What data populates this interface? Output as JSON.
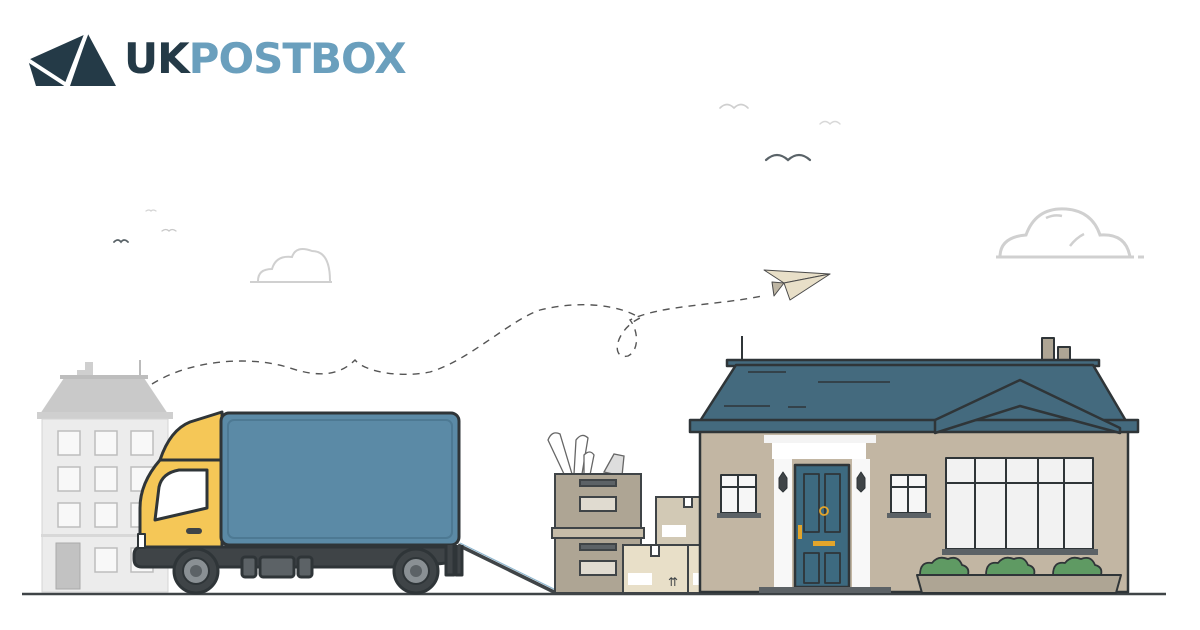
{
  "brand": {
    "name_part1": "UK",
    "name_part2": "POSTBOX",
    "logo_icon": "folded-triangle-icon",
    "colors": {
      "dark": "#243a47",
      "light": "#6a9fbd"
    }
  },
  "scene": {
    "description": "Moving illustration: truck moving boxes from a city apartment building to a house",
    "elements": [
      "apartment-building",
      "moving-truck",
      "loading-ramp",
      "storage-boxes",
      "cardboard-boxes",
      "house",
      "paper-plane",
      "dashed-flight-path",
      "birds",
      "clouds"
    ],
    "colors": {
      "truck_cab": "#f5c757",
      "truck_box": "#5b8aa6",
      "chassis": "#3f4447",
      "roof": "#446a7e",
      "house_wall": "#c2b6a3",
      "door": "#3d6a80",
      "box_light": "#e8dfc8",
      "box_storage": "#aea594",
      "building_gray": "#e6e6e6",
      "hedge": "#5f9a63",
      "outline": "#2f3538"
    }
  }
}
